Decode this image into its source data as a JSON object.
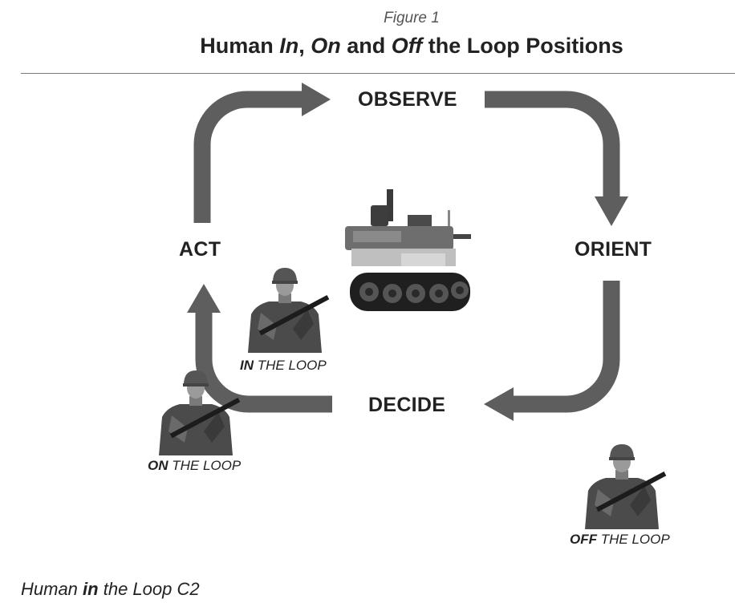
{
  "figure": {
    "label": "Figure 1",
    "title_parts": [
      "Human ",
      "In",
      ", ",
      "On",
      " and ",
      "Off",
      " the Loop Positions"
    ]
  },
  "stages": {
    "observe": "OBSERVE",
    "orient": "ORIENT",
    "decide": "DECIDE",
    "act": "ACT"
  },
  "positions": {
    "in": {
      "emph": "IN",
      "rest": " THE LOOP"
    },
    "on": {
      "emph": "ON",
      "rest": " THE LOOP"
    },
    "off": {
      "emph": "OFF",
      "rest": " THE LOOP"
    }
  },
  "caption": {
    "pre": "Human ",
    "strong": "in",
    "post": " the Loop C2"
  },
  "colors": {
    "arrow": "#5e5e5e",
    "text": "#222222",
    "rule": "#777777"
  }
}
